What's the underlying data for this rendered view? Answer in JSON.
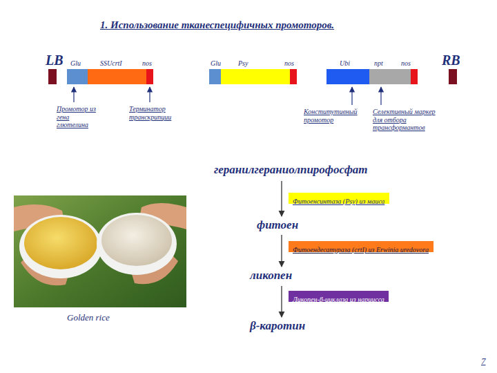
{
  "diagram": {
    "title": "1. Использование тканеспецифичных промоторов.",
    "caption": "Golden rice",
    "nodes": [
      {
        "text": [
          "LB"
        ]
      },
      {
        "text": [
          "Glu"
        ]
      },
      {
        "text": [
          "SSUcrtI"
        ]
      },
      {
        "text": [
          "nos"
        ]
      },
      {
        "text": [
          "Glu"
        ]
      },
      {
        "text": [
          "Psy"
        ]
      },
      {
        "text": [
          "nos"
        ]
      },
      {
        "text": [
          "Ubi"
        ]
      },
      {
        "text": [
          "npt"
        ]
      },
      {
        "text": [
          "nos"
        ]
      },
      {
        "text": [
          "RB"
        ]
      },
      {
        "text": [
          "Фитоенсинтаза (Psy) из маиса"
        ]
      },
      {
        "text": [
          "Фитоендесатураза (crtI) из Erwinia uredovora"
        ]
      },
      {
        "text": [
          "Ликопен-β-циклаза из нарцисса"
        ]
      }
    ],
    "labels": [
      "Промотор из гена глютелина",
      "Терминатор транскрипции",
      "Конститутивный промотор",
      "Селективный маркер для отбора трансформантов",
      "геранилгераниолпирофосфат",
      "фитоен",
      "ликопен",
      "β-каротин",
      "7"
    ]
  }
}
